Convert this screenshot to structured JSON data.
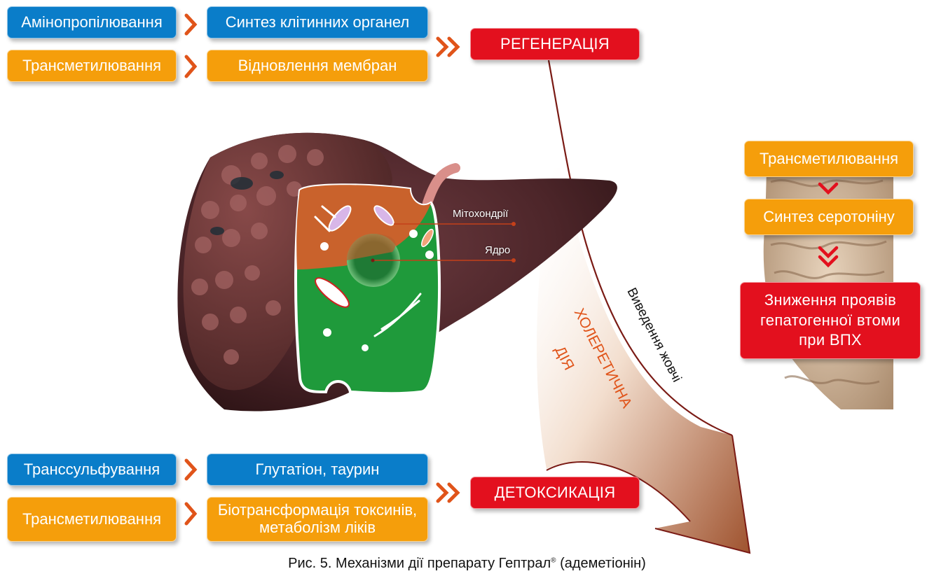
{
  "colors": {
    "blue": "#0a7dc9",
    "orange": "#f59e0b",
    "red": "#e3101e",
    "chevron": "#e0541a",
    "bile_line": "#7a1a14",
    "choleretic_text": "#e0541a"
  },
  "top_group": {
    "rows": [
      {
        "source": "Амінопропілювання",
        "result": "Синтез клітинних органел",
        "color": "blue"
      },
      {
        "source": "Трансметилювання",
        "result": "Відновлення мембран",
        "color": "orange"
      }
    ],
    "outcome": "РЕГЕНЕРАЦІЯ"
  },
  "bottom_group": {
    "rows": [
      {
        "source": "Транссульфування",
        "result": "Глутатіон, таурин",
        "color": "blue"
      },
      {
        "source": "Трансметилювання",
        "result_line1": "Біотрансформація токсинів,",
        "result_line2": "метаболізм ліків",
        "color": "orange"
      }
    ],
    "outcome": "ДЕТОКСИКАЦІЯ"
  },
  "brain_group": {
    "steps": [
      "Трансметилювання",
      "Синтез серотоніну"
    ],
    "outcome_lines": [
      "Зниження проявів",
      "гепатогенної втоми",
      "при ВПХ"
    ]
  },
  "liver": {
    "labels": {
      "mitochondria": "Мітохондрії",
      "nucleus": "Ядро"
    }
  },
  "arrow": {
    "bile_label": "Виведення жовчі",
    "choleretic_line1": "ХОЛЕРЕТИЧНА",
    "choleretic_line2": "ДІЯ"
  },
  "caption": {
    "prefix": "Рис. 5. Механізми дії препарату Гептрал",
    "registered": "®",
    "suffix": " (адеметіонін)"
  }
}
